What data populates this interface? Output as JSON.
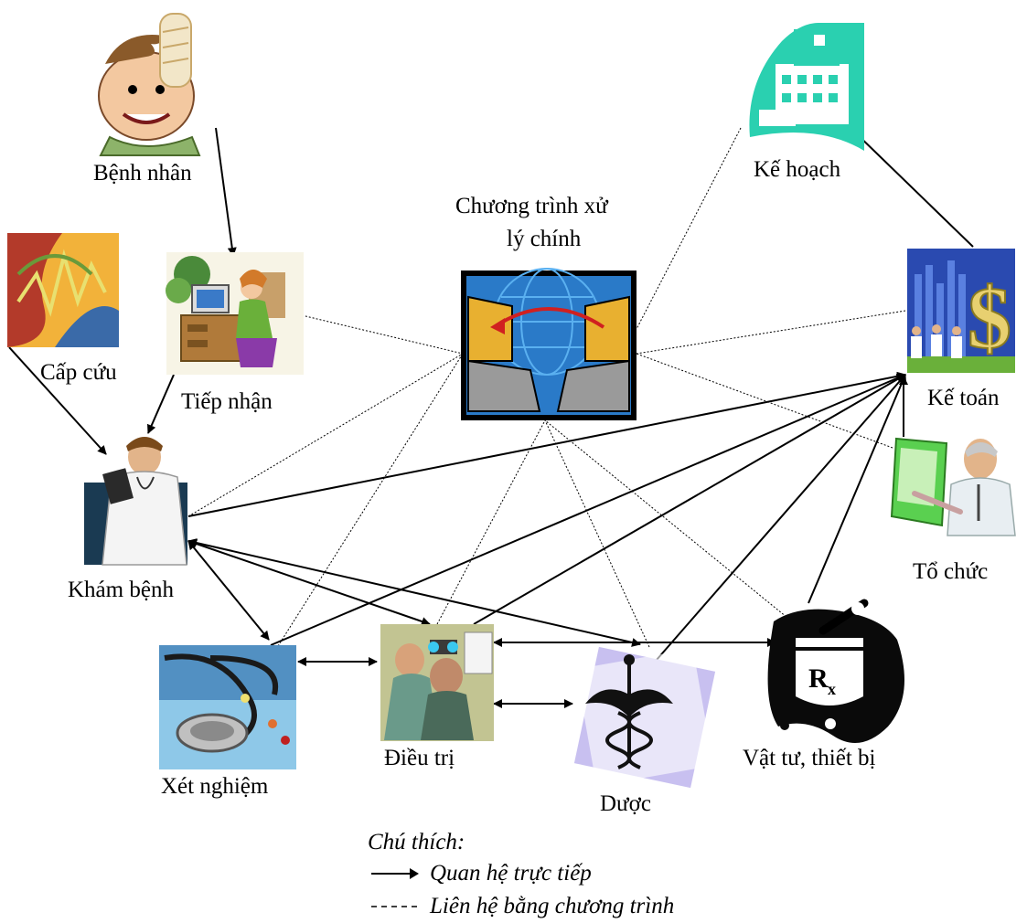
{
  "nodes": {
    "benh_nhan": "Bệnh nhân",
    "tiep_nhan": "Tiếp nhận",
    "cap_cuu": "Cấp cứu",
    "kham_benh": "Khám bệnh",
    "xet_nghiem": "Xét nghiệm",
    "dieu_tri": "Điều trị",
    "duoc": "Dược",
    "vat_tu": "Vật tư, thiết bị",
    "chuong_trinh_line1": "Chương trình xử",
    "chuong_trinh_line2": "lý chính",
    "ke_hoach": "Kế hoạch",
    "ke_toan": "Kế toán",
    "to_chuc": "Tổ chức"
  },
  "legend": {
    "title": "Chú thích:",
    "direct": "Quan hệ trực tiếp",
    "program": "Liên hệ bằng chương trình"
  },
  "icons": {
    "benh_nhan": "bandaged-patient-icon",
    "tiep_nhan": "reception-desk-icon",
    "cap_cuu": "heartbeat-icon",
    "kham_benh": "doctor-icon",
    "xet_nghiem": "stethoscope-icon",
    "dieu_tri": "eye-exam-icon",
    "duoc": "caduceus-icon",
    "vat_tu": "rx-mortar-icon",
    "chuong_trinh": "networked-computers-icon",
    "ke_hoach": "hospital-building-icon",
    "ke_toan": "dollar-chart-icon",
    "to_chuc": "presenter-icon"
  }
}
